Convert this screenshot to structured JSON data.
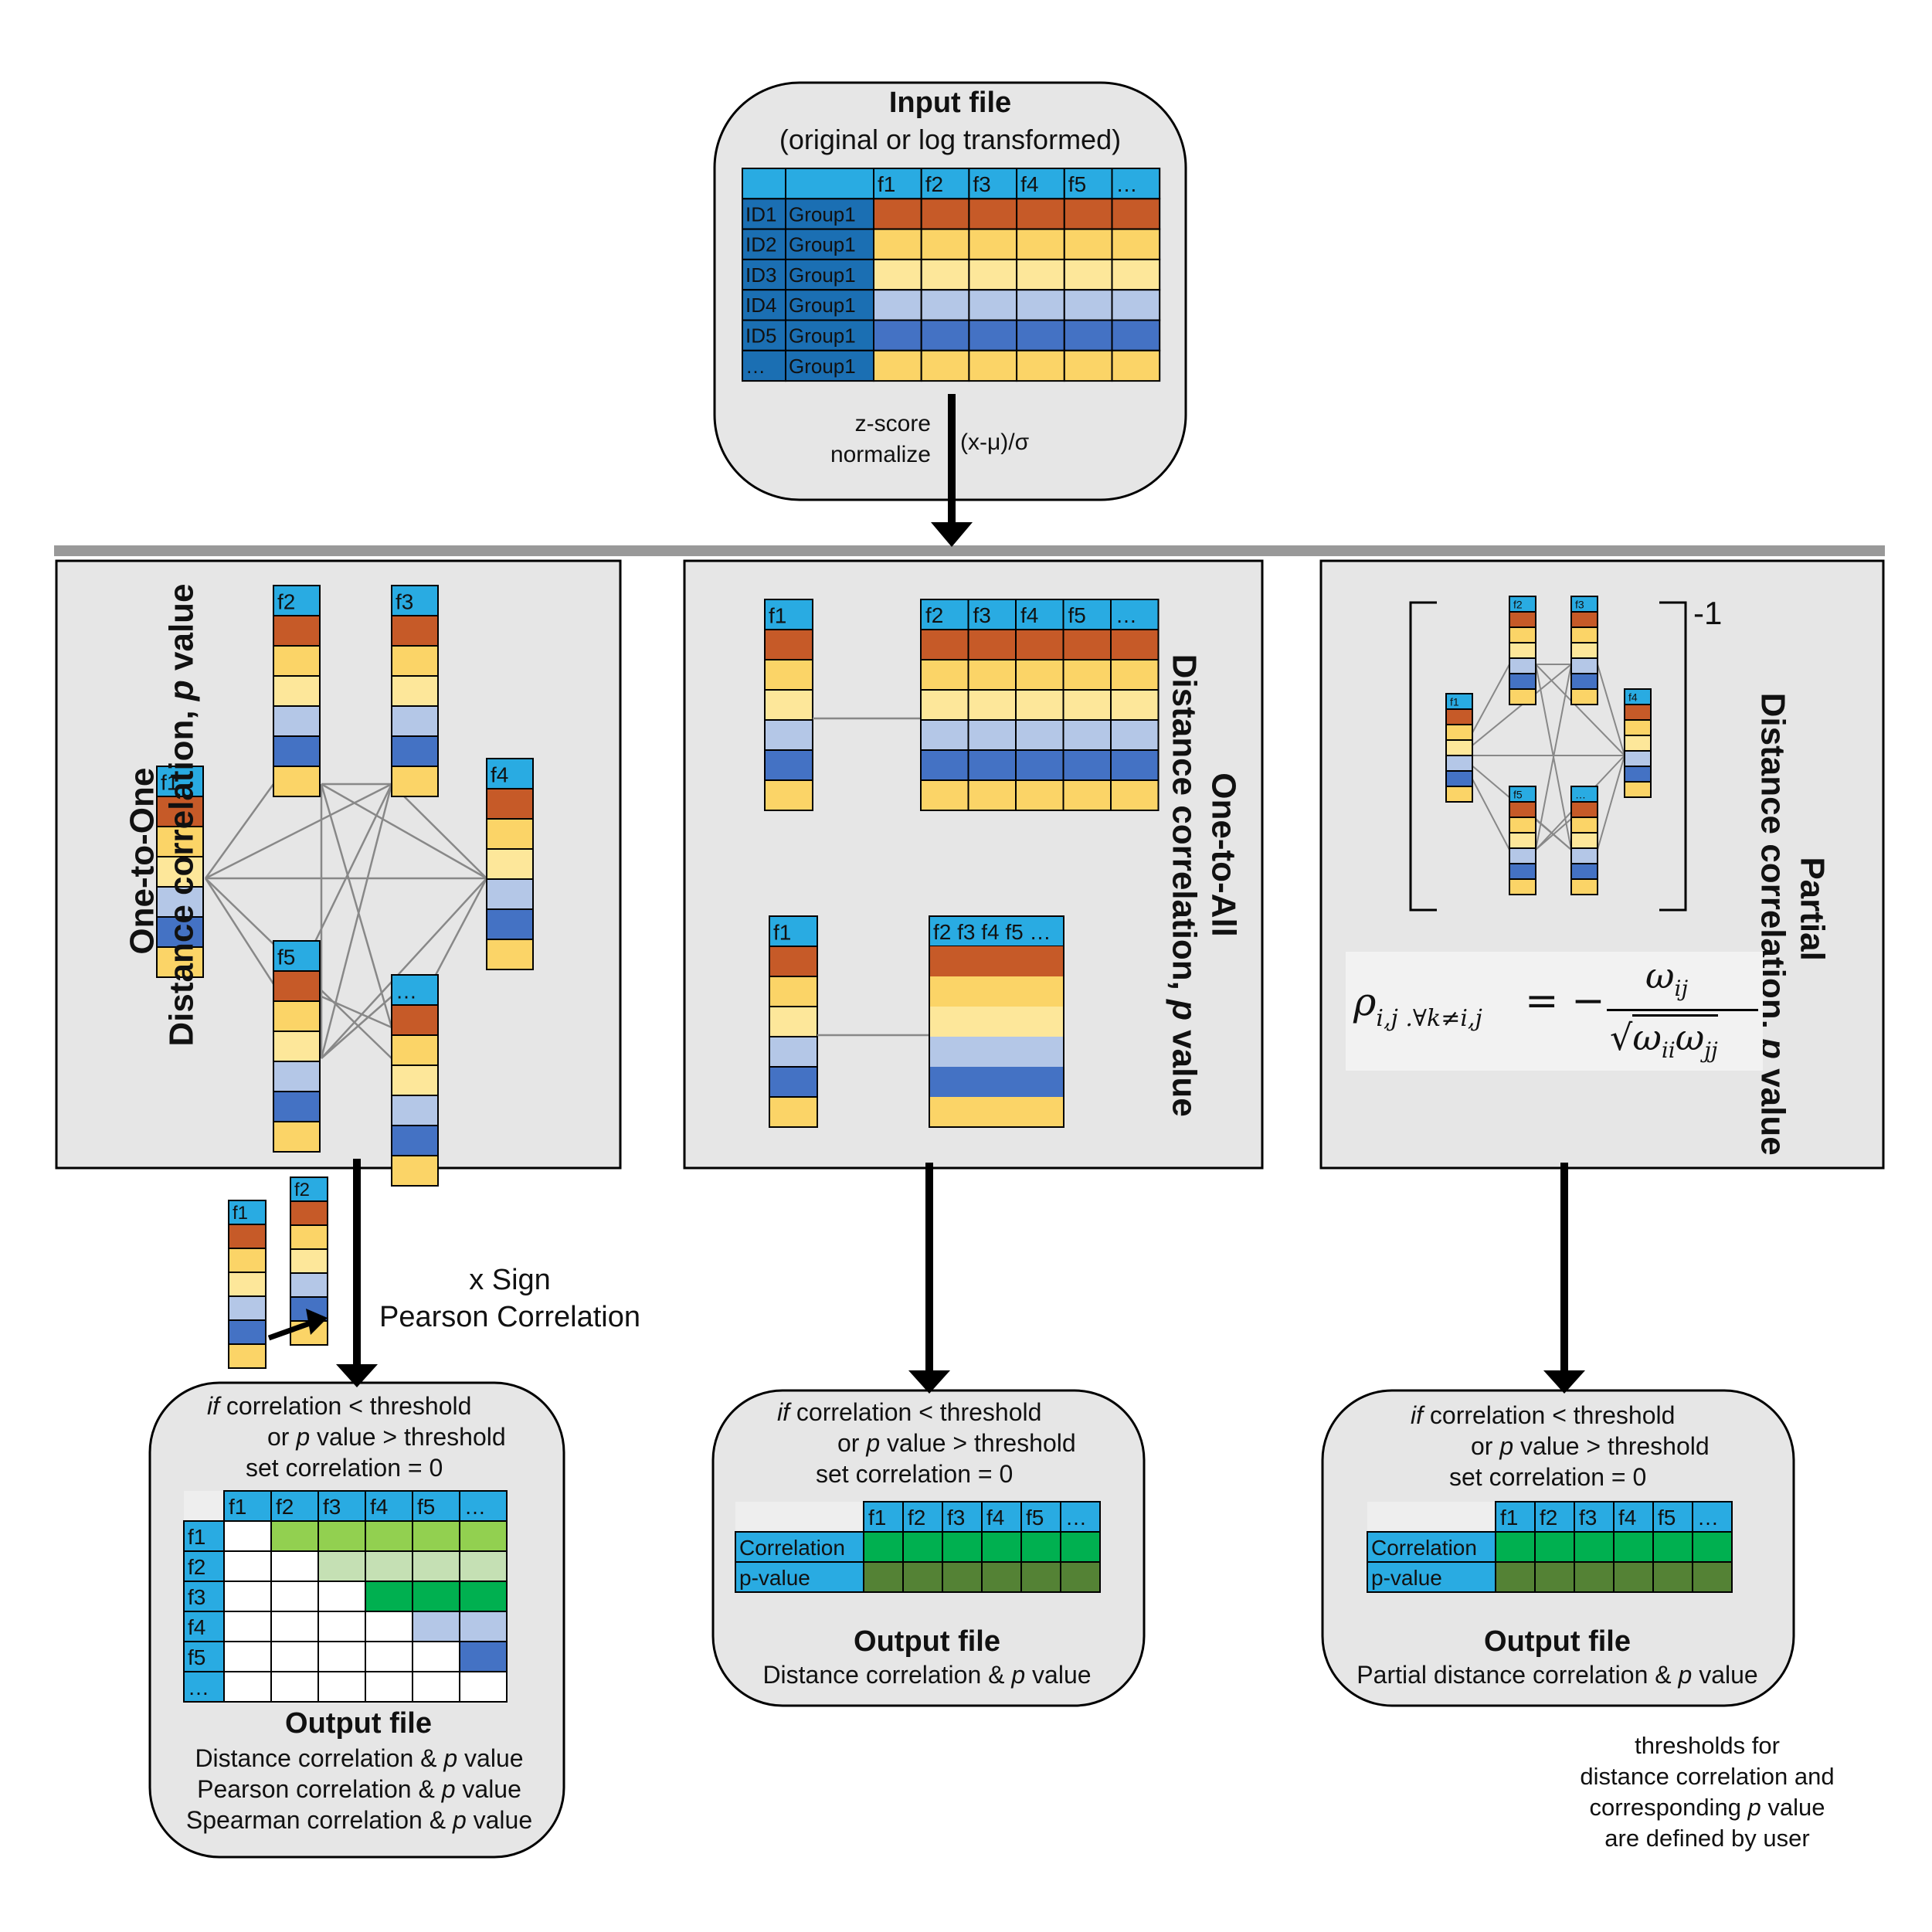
{
  "colors": {
    "header_blue": "#29abe2",
    "id_blue": "#1b6fb3",
    "orange": "#c65a28",
    "yellow": "#fbd467",
    "light_yellow": "#fde79a",
    "light_blue": "#b4c7e7",
    "mid_blue": "#4472c4",
    "green_light": "#92d050",
    "green_pale": "#c5e0b4",
    "green_bright": "#00b050",
    "green_dark": "#548235",
    "panel_gray": "#e6e6e6",
    "bar_gray": "#999999"
  },
  "input": {
    "title": "Input file",
    "subtitle": "(original or log transformed)",
    "headers": [
      "f1",
      "f2",
      "f3",
      "f4",
      "f5",
      "…"
    ],
    "rows": [
      {
        "id": "ID1",
        "group": "Group1",
        "color": "orange"
      },
      {
        "id": "ID2",
        "group": "Group1",
        "color": "yellow"
      },
      {
        "id": "ID3",
        "group": "Group1",
        "color": "light_yellow"
      },
      {
        "id": "ID4",
        "group": "Group1",
        "color": "light_blue"
      },
      {
        "id": "ID5",
        "group": "Group1",
        "color": "mid_blue"
      },
      {
        "id": "…",
        "group": "Group1",
        "color": "yellow"
      }
    ],
    "normalize_line1": "z-score",
    "normalize_line2": "normalize",
    "formula": "(x-μ)/σ"
  },
  "panels": {
    "one_to_one": {
      "title_line1": "One-to-One",
      "title_line2_prefix": "Distance correlation, ",
      "title_line2_p": "p",
      "title_line2_suffix": " value",
      "features": [
        "f1",
        "f2",
        "f3",
        "f4",
        "f5",
        "…"
      ]
    },
    "one_to_all": {
      "title_line1": "One-to-All",
      "title_line2_prefix": "Distance correlation, ",
      "title_line2_p": "p",
      "title_line2_suffix": " value",
      "single": "f1",
      "multi_headers": [
        "f2",
        "f3",
        "f4",
        "f5",
        "…"
      ],
      "merged_header": "f2 f3 f4 f5 …"
    },
    "partial": {
      "title_line1": "Partial",
      "title_line2_prefix": "Distance correlation, ",
      "title_line2_p": "p",
      "title_line2_suffix": " value",
      "features": [
        "f1",
        "f2",
        "f3",
        "f4",
        "f5",
        "…"
      ],
      "inverse": "-1"
    }
  },
  "sign": {
    "features": [
      "f1",
      "f2"
    ],
    "line1": "x Sign",
    "line2": "Pearson Correlation"
  },
  "condition": {
    "if": "if",
    "line1": " correlation < threshold",
    "or": "or ",
    "p": "p",
    "line2": " value > threshold",
    "line3": "set correlation = 0"
  },
  "outputs": {
    "one_to_one": {
      "title": "Output file",
      "headers": [
        "f1",
        "f2",
        "f3",
        "f4",
        "f5",
        "…"
      ],
      "rows": [
        "f1",
        "f2",
        "f3",
        "f4",
        "f5",
        "…"
      ],
      "lines": [
        {
          "prefix": "Distance correlation & ",
          "p": "p",
          "suffix": " value"
        },
        {
          "prefix": "Pearson correlation & ",
          "p": "p",
          "suffix": " value"
        },
        {
          "prefix": "Spearman correlation & ",
          "p": "p",
          "suffix": " value"
        }
      ]
    },
    "one_to_all": {
      "title": "Output file",
      "headers": [
        "f1",
        "f2",
        "f3",
        "f4",
        "f5",
        "…"
      ],
      "row_labels": [
        "Correlation",
        "p-value"
      ],
      "line": {
        "prefix": "Distance correlation & ",
        "p": "p",
        "suffix": " value"
      }
    },
    "partial": {
      "title": "Output file",
      "headers": [
        "f1",
        "f2",
        "f3",
        "f4",
        "f5",
        "…"
      ],
      "row_labels": [
        "Correlation",
        "p-value"
      ],
      "line": {
        "prefix": "Partial distance correlation & ",
        "p": "p",
        "suffix": " value"
      }
    }
  },
  "footnote": {
    "line1": "thresholds for",
    "line2": "distance correlation and",
    "line3_prefix": "corresponding ",
    "line3_p": "p",
    "line3_suffix": " value",
    "line4": "are defined by user"
  }
}
